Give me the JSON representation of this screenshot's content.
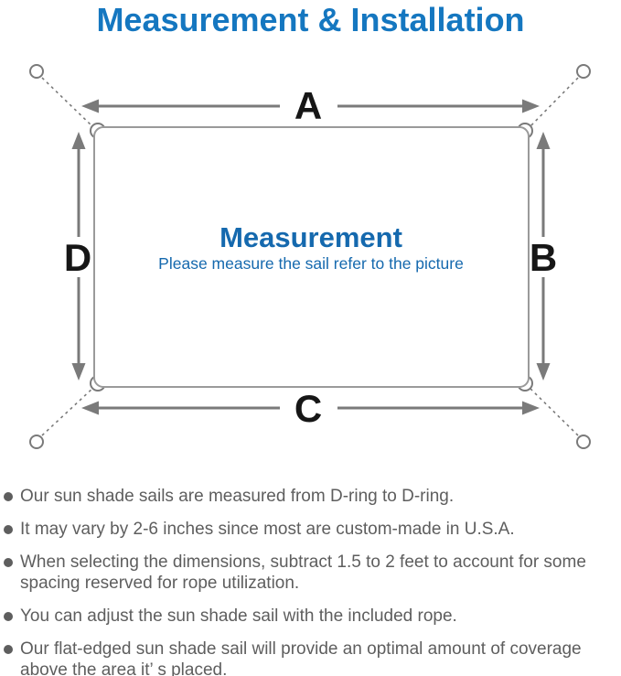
{
  "title": "Measurement & Installation",
  "colors": {
    "accent_blue": "#1577c0",
    "center_text_blue": "#1569ae",
    "arrow_gray": "#7a7a7a",
    "sail_outline_gray": "#9a9a9a",
    "note_text_gray": "#5e5e5e",
    "label_black": "#161616"
  },
  "diagram": {
    "center_title": "Measurement",
    "center_subtitle": "Please measure the sail refer to the picture",
    "labels": {
      "top": "A",
      "right": "B",
      "bottom": "C",
      "left": "D"
    },
    "icons": {
      "corners": "d-ring",
      "outer": "anchor-point",
      "tethers": "dashed-rope-line"
    }
  },
  "notes": [
    "Our sun shade sails are measured from D-ring to D-ring.",
    "It may vary by 2-6 inches since most are custom-made in U.S.A.",
    "When selecting the dimensions, subtract 1.5 to 2 feet to account for some spacing reserved for rope utilization.",
    "You can adjust the sun shade sail with the included rope.",
    "Our flat-edged sun shade sail will provide an optimal amount of coverage above the area it’ s placed."
  ]
}
